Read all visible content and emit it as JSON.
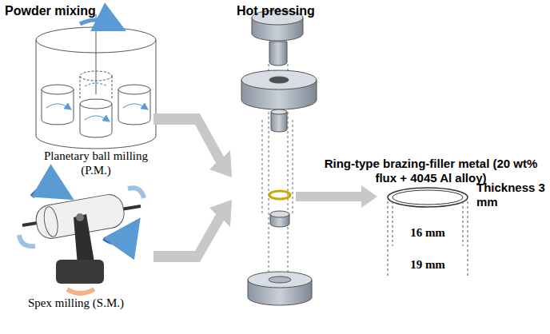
{
  "diagram": {
    "labels": [
      "Powder mixing",
      "Hot pressing",
      "Planetary ball milling (P.M.)",
      "Spex milling (S.M.)",
      "Ring-type brazing-filler metal (20 wt% flux + 4045 Al alloy)",
      "Thickness 3 mm",
      "16 mm",
      "19 mm"
    ]
  }
}
